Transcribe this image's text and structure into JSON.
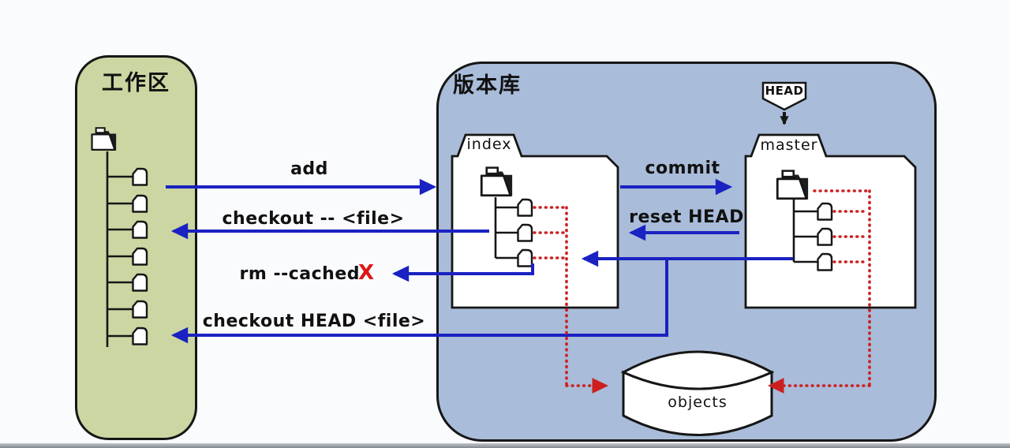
{
  "diagram": {
    "workspace": {
      "title": "工作区"
    },
    "repository": {
      "title": "版本库",
      "index": {
        "label": "index"
      },
      "master": {
        "label": "master"
      },
      "head": {
        "label": "HEAD"
      },
      "objects": {
        "label": "objects"
      }
    },
    "commands": {
      "add": "add",
      "checkout_file": "checkout -- <file>",
      "rm_cached": "rm --cached",
      "rm_cached_mark": "X",
      "checkout_head_file": "checkout HEAD <file>",
      "commit": "commit",
      "reset_head": "reset HEAD"
    },
    "colors": {
      "workspace_fill": "#cbd6a2",
      "repository_fill": "#a9bcd9",
      "arrow_blue": "#1a22c2",
      "dotted_red": "#cc2020",
      "outline": "#161616"
    }
  }
}
